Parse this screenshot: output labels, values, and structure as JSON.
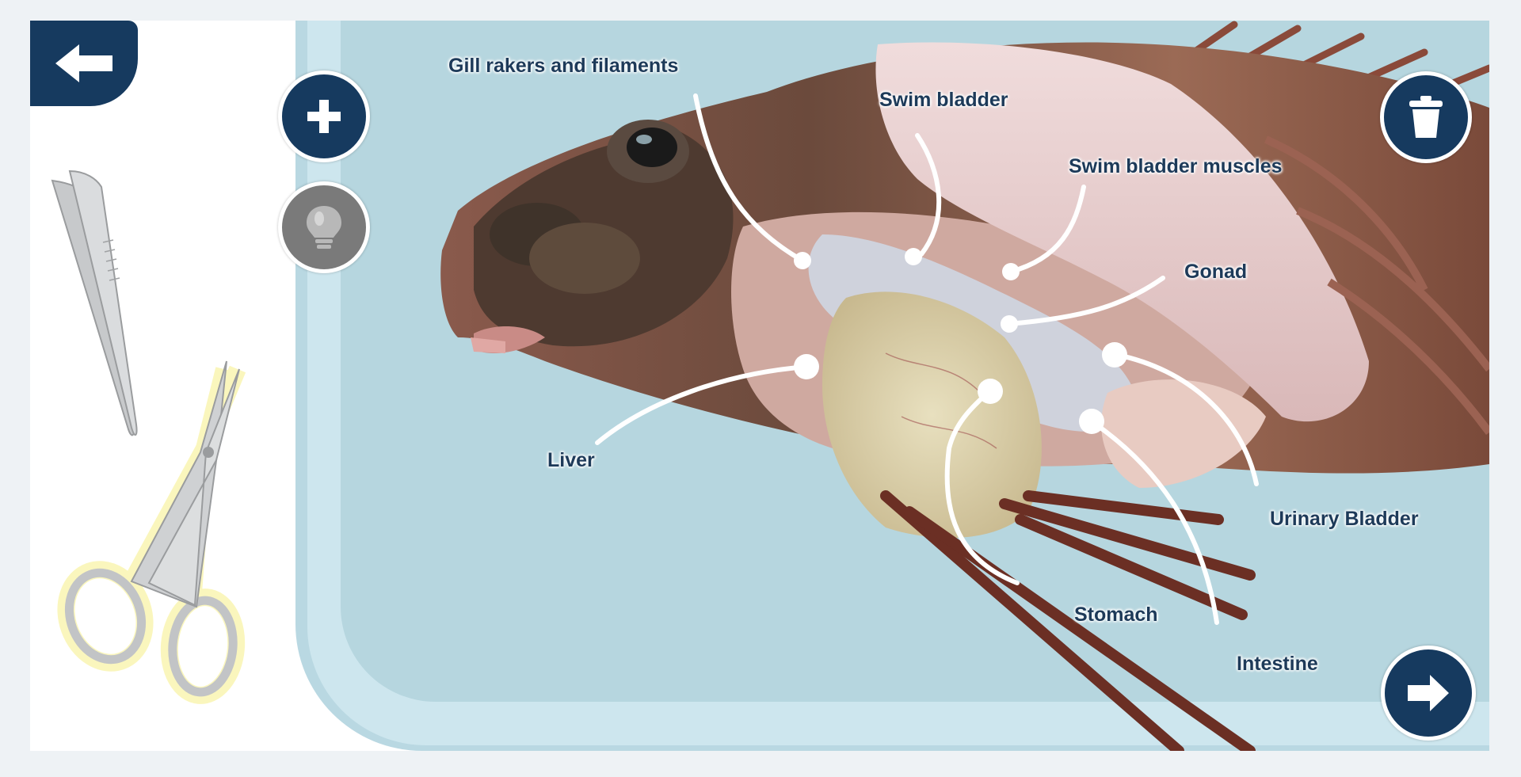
{
  "app": {
    "buttons": {
      "back": "arrow-left-icon",
      "zoom_in": "plus-icon",
      "hint": "lightbulb-icon",
      "discard": "trash-icon",
      "next": "arrow-right-icon"
    },
    "colors": {
      "navy": "#163a5f",
      "hint_gray": "#7a7a7a",
      "tray": "#b6d6df",
      "label_text": "#1d3a59",
      "tool_highlight": "#f4e96a"
    }
  },
  "tools": [
    {
      "name": "forceps",
      "icon": "forceps-icon",
      "selected": false
    },
    {
      "name": "scissors",
      "icon": "scissors-icon",
      "selected": true
    }
  ],
  "labels": {
    "gill": "Gill rakers and filaments",
    "swim_bladder": "Swim bladder",
    "swim_bladder_muscles": "Swim bladder muscles",
    "gonad": "Gonad",
    "liver": "Liver",
    "urinary_bladder": "Urinary Bladder",
    "stomach": "Stomach",
    "intestine": "Intestine"
  }
}
